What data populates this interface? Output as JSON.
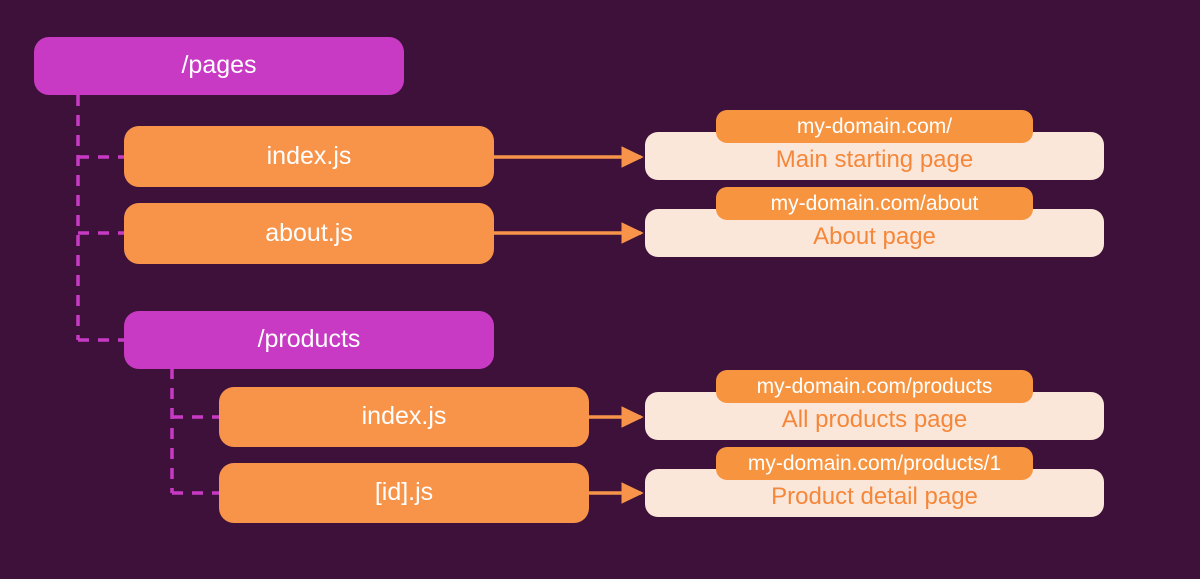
{
  "diagram": {
    "title": "Next.js /pages directory routing",
    "background_color": "#3d1139",
    "colors": {
      "directory": "#c83ac4",
      "file": "#f7944a",
      "card": "#fbe7da",
      "card_text": "#f5873a",
      "connector_tree": "#c83ac4",
      "connector_arrow": "#f7944a"
    }
  },
  "nodes": {
    "pages_dir": {
      "label": "/pages",
      "type": "directory"
    },
    "pages_index": {
      "label": "index.js",
      "type": "file"
    },
    "pages_about": {
      "label": "about.js",
      "type": "file"
    },
    "products_dir": {
      "label": "/products",
      "type": "directory"
    },
    "products_index": {
      "label": "index.js",
      "type": "file"
    },
    "products_id": {
      "label": "[id].js",
      "type": "file"
    }
  },
  "routes": [
    {
      "url": "my-domain.com/",
      "description": "Main starting page"
    },
    {
      "url": "my-domain.com/about",
      "description": "About page"
    },
    {
      "url": "my-domain.com/products",
      "description": "All products page"
    },
    {
      "url": "my-domain.com/products/1",
      "description": "Product detail page"
    }
  ]
}
